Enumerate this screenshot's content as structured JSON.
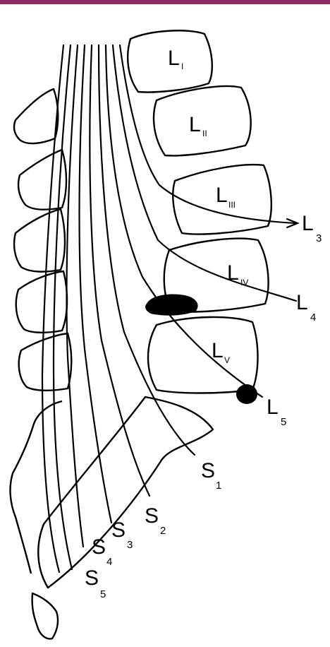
{
  "colors": {
    "top_bar": "#8e2a63",
    "ink": "#000000",
    "background": "#ffffff"
  },
  "vertebrae": [
    {
      "letter": "L",
      "numeral": "I"
    },
    {
      "letter": "L",
      "numeral": "II"
    },
    {
      "letter": "L",
      "numeral": "III"
    },
    {
      "letter": "L",
      "numeral": "IV"
    },
    {
      "letter": "L",
      "numeral": "V"
    }
  ],
  "nerve_roots": [
    {
      "letter": "L",
      "number": "3"
    },
    {
      "letter": "L",
      "number": "4"
    },
    {
      "letter": "L",
      "number": "5"
    },
    {
      "letter": "S",
      "number": "1"
    },
    {
      "letter": "S",
      "number": "2"
    },
    {
      "letter": "S",
      "number": "3"
    },
    {
      "letter": "S",
      "number": "4"
    },
    {
      "letter": "S",
      "number": "5"
    }
  ],
  "lesions": [
    "herniated-disc-l4-l5",
    "herniated-disc-l5-s1"
  ]
}
